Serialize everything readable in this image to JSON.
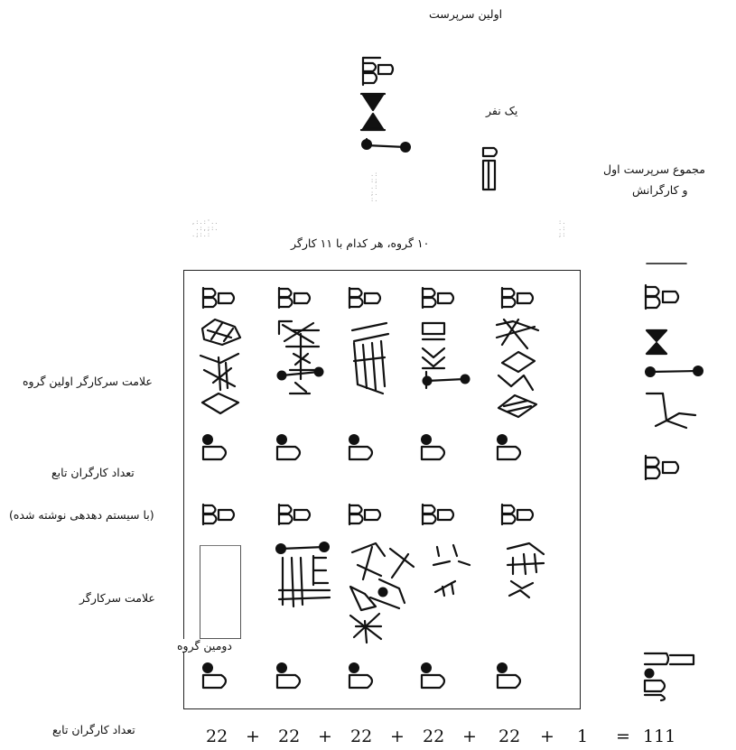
{
  "labels": {
    "first_supervisor": "اولین سرپرست",
    "one_person": "یک نفر",
    "sum_line1": "مجموع سرپرست اول",
    "sum_line2": "و کارگرانش",
    "groups_caption": "۱۰ گروه، هر کدام با ۱۱ کارگر",
    "first_group_foreman_sign": "علامت سرکارگر اولین گروه",
    "worker_count": "تعداد کارگران تابع",
    "decimal_note": "(با سیستم دهدهی نوشته شده)",
    "foreman_sign": "علامت سرکارگر",
    "second_group": "دومین گروه",
    "worker_count_bottom": "تعداد کارگران تابع"
  },
  "totals": {
    "terms": [
      "22",
      "22",
      "22",
      "22",
      "22",
      "1"
    ],
    "plus": "+",
    "equals": "=",
    "result": "111"
  }
}
